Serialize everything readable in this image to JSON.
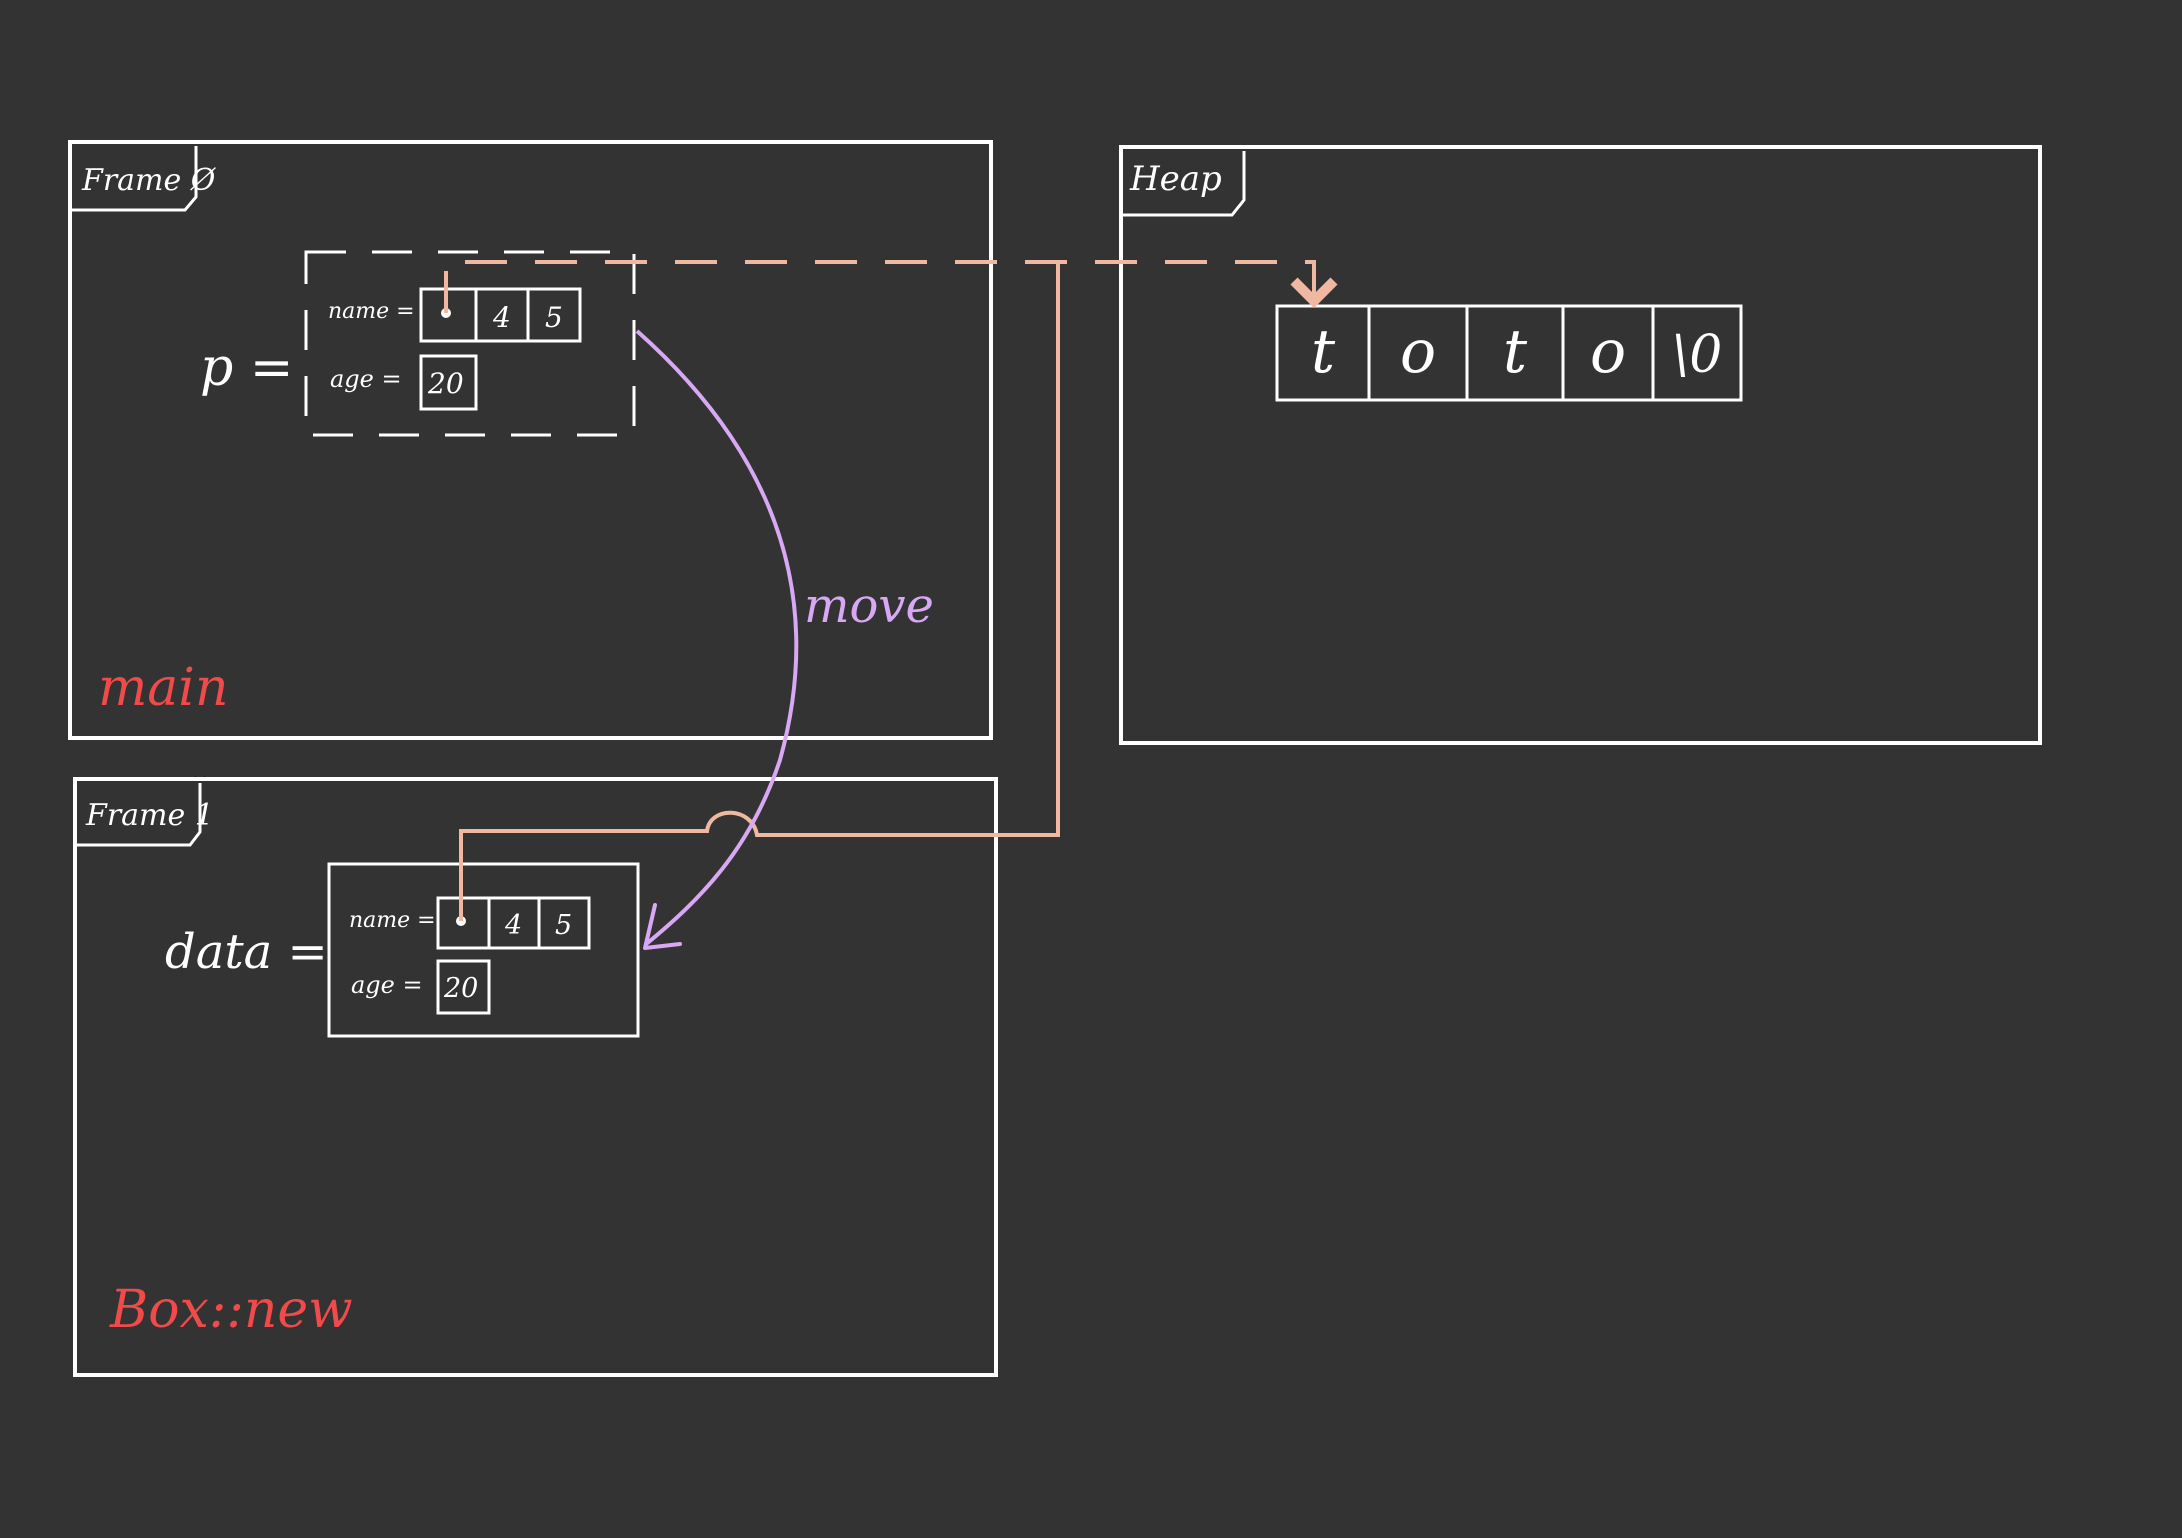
{
  "frames": {
    "frame0": {
      "title": "Frame Ø",
      "function_name": "main"
    },
    "frame1": {
      "title": "Frame 1",
      "function_name": "Box::new"
    },
    "heap": {
      "title": "Heap"
    }
  },
  "variables": {
    "p": {
      "name": "p =",
      "boxed": "dashed"
    },
    "data": {
      "name": "data =",
      "boxed": "solid"
    }
  },
  "struct_fields": {
    "name_label": "name =",
    "age_label": "age =",
    "name_len": "4",
    "name_cap": "5",
    "age_value": "20"
  },
  "heap_string": [
    "t",
    "o",
    "t",
    "o",
    "\\0"
  ],
  "annotations": {
    "move_label": "move"
  },
  "colors": {
    "background": "#333333",
    "stroke": "#ffffff",
    "pointer": "#f0b8a0",
    "move_arrow": "#d9a8f5",
    "function_label": "#f04a4a"
  }
}
